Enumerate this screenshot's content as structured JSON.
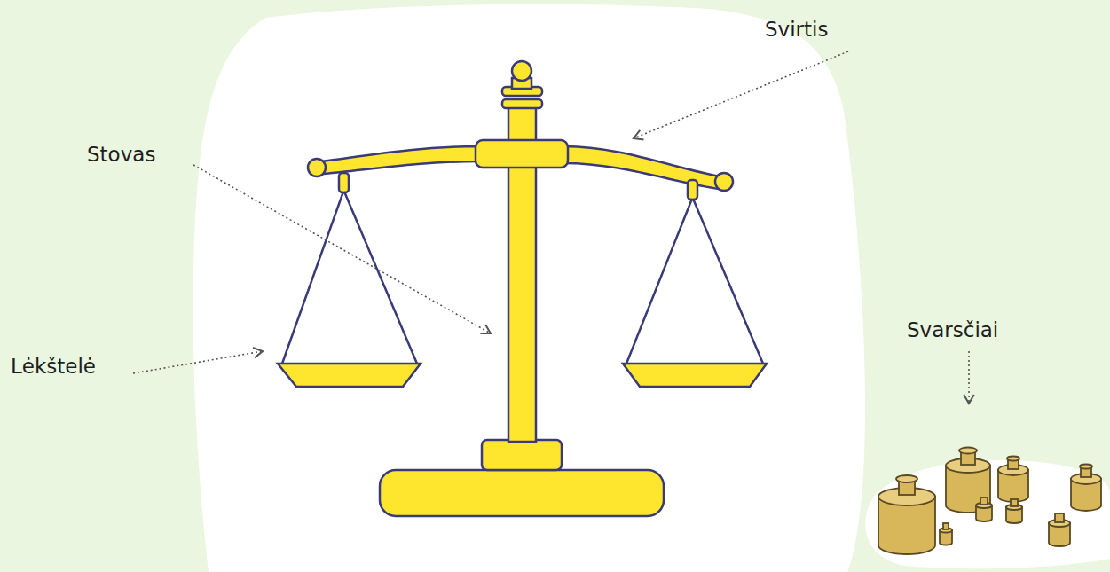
{
  "diagram": {
    "labels": [
      "Svirtis",
      "Stovas",
      "Svarsčiai",
      "Lėkštelė"
    ]
  }
}
